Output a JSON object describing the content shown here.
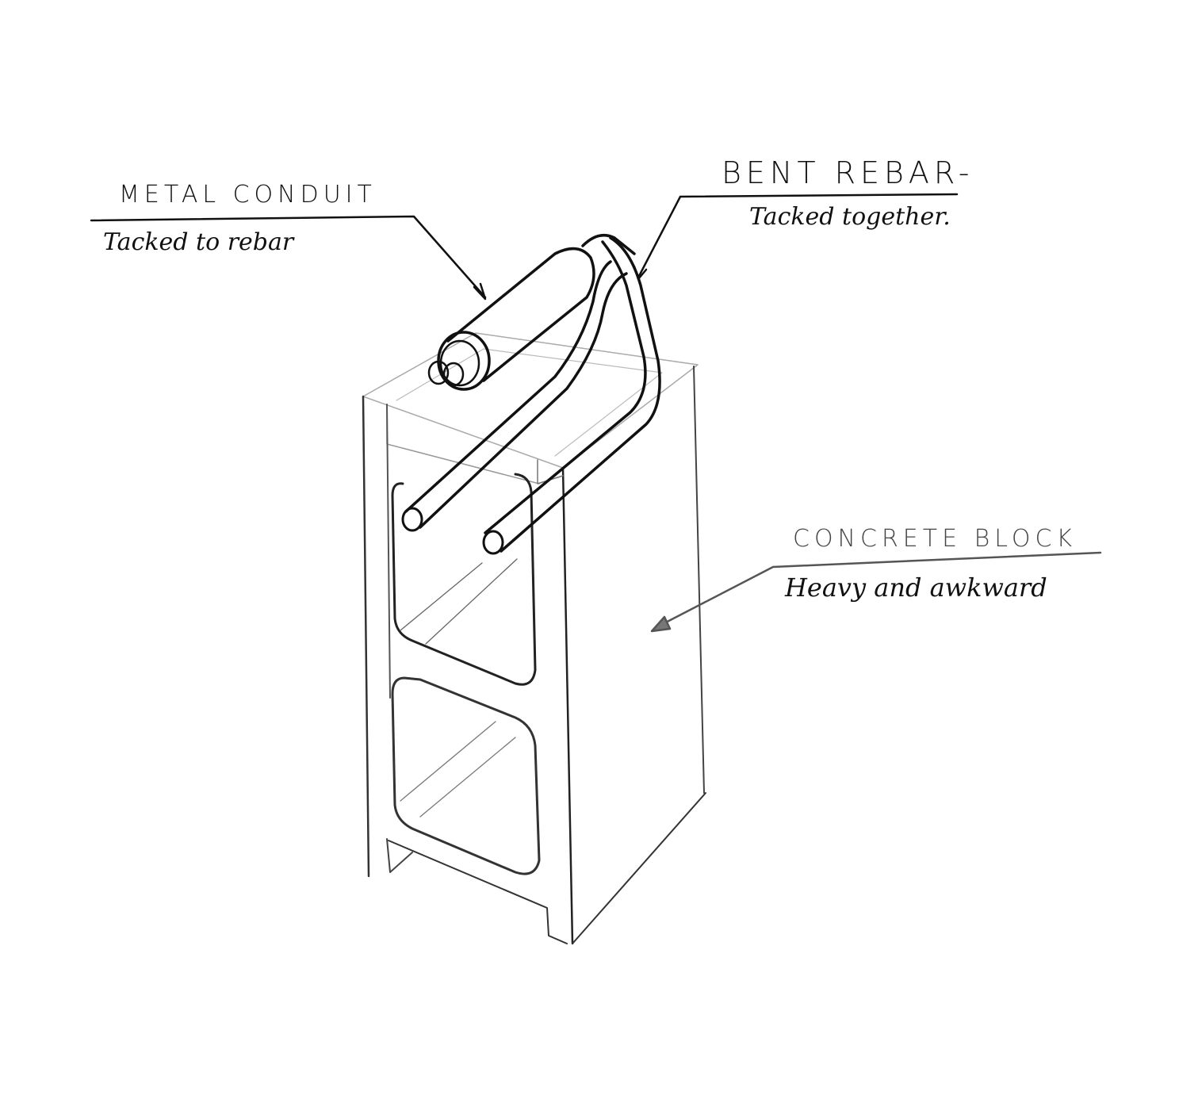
{
  "diagram": {
    "type": "hand-drawn annotated sketch",
    "subject": "Concrete block with bent rebar handle and metal conduit",
    "stroke_color": "#1a1a1a",
    "light_stroke_color": "#8a8a8a",
    "background": "#ffffff"
  },
  "labels": {
    "conduit": {
      "title": "METAL CONDUIT",
      "note": "Tacked to rebar"
    },
    "rebar": {
      "title": "BENT REBAR-",
      "note": "Tacked together."
    },
    "block": {
      "title": "CONCRETE BLOCK",
      "note": "Heavy and awkward"
    }
  }
}
